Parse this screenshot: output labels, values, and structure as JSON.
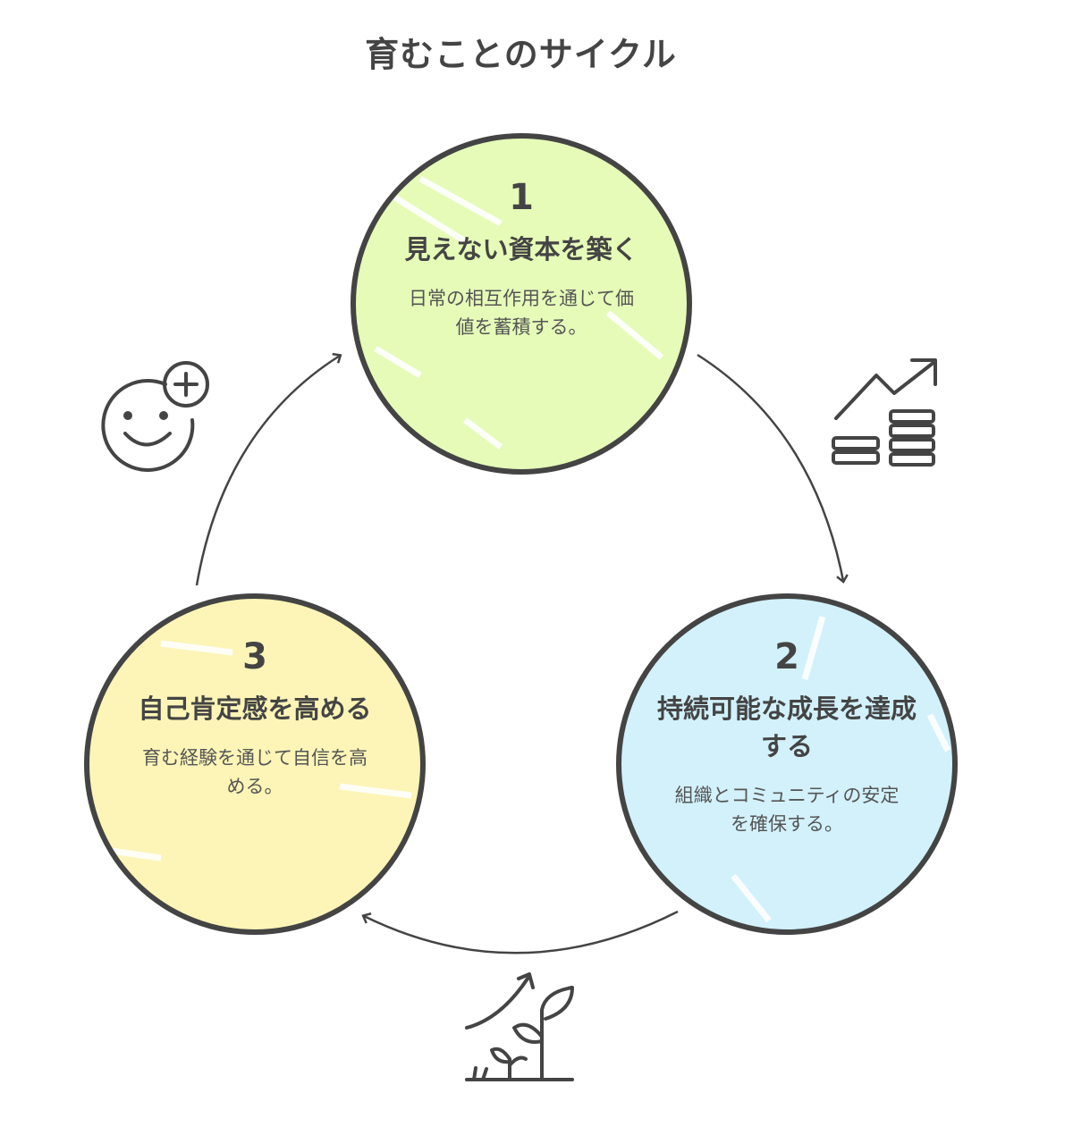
{
  "title": "育むことのサイクル",
  "colors": {
    "outline": "#444444",
    "step1": "#e6fbb8",
    "step2": "#d2f1fb",
    "step3": "#fdf5b7"
  },
  "steps": [
    {
      "number": "1",
      "heading": "見えない資本を築く",
      "description": "日常の相互作用を通じて価値を蓄積する。",
      "icon": "growth-chart-coins-icon"
    },
    {
      "number": "2",
      "heading": "持続可能な成長を達成する",
      "description": "組織とコミュニティの安定を確保する。",
      "icon": "sprout-growth-icon"
    },
    {
      "number": "3",
      "heading": "自己肯定感を高める",
      "description": "育む経験を通じて自信を高める。",
      "icon": "smiley-plus-icon"
    }
  ]
}
